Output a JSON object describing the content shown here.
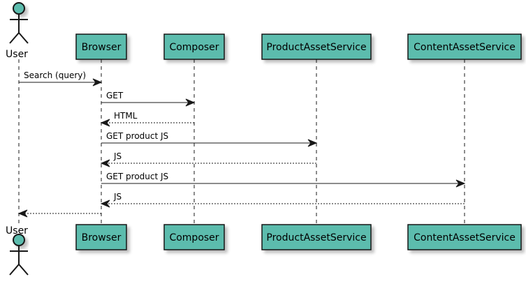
{
  "colors": {
    "participant_fill": "#5bbcad",
    "border": "#181818",
    "line": "#181818",
    "shadow": "#c4c4c4",
    "background": "#ffffff"
  },
  "participants": [
    {
      "id": "user",
      "label": "User",
      "kind": "actor"
    },
    {
      "id": "browser",
      "label": "Browser",
      "kind": "box"
    },
    {
      "id": "composer",
      "label": "Composer",
      "kind": "box"
    },
    {
      "id": "product",
      "label": "ProductAssetService",
      "kind": "box"
    },
    {
      "id": "content",
      "label": "ContentAssetService",
      "kind": "box"
    }
  ],
  "messages": [
    {
      "from": "user",
      "to": "browser",
      "label": "Search (query)",
      "style": "solid"
    },
    {
      "from": "browser",
      "to": "composer",
      "label": "GET",
      "style": "solid"
    },
    {
      "from": "composer",
      "to": "browser",
      "label": "HTML",
      "style": "dashed"
    },
    {
      "from": "browser",
      "to": "product",
      "label": "GET product JS",
      "style": "solid"
    },
    {
      "from": "product",
      "to": "browser",
      "label": "JS",
      "style": "dashed"
    },
    {
      "from": "browser",
      "to": "content",
      "label": "GET product JS",
      "style": "solid"
    },
    {
      "from": "content",
      "to": "browser",
      "label": "JS",
      "style": "dashed"
    },
    {
      "from": "browser",
      "to": "user",
      "label": "",
      "style": "dashed"
    }
  ]
}
